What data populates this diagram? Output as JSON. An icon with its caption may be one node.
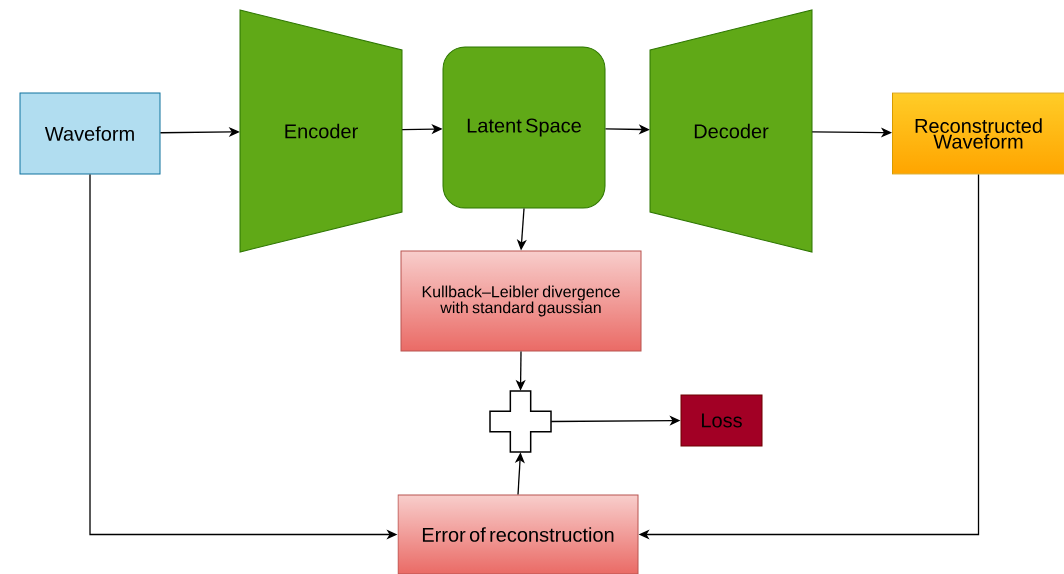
{
  "diagram": {
    "nodes": [
      {
        "text": [
          "Waveform"
        ]
      },
      {
        "text": [
          "Encoder"
        ]
      },
      {
        "text": [
          "Latent Space"
        ]
      },
      {
        "text": [
          "Decoder"
        ]
      },
      {
        "text": [
          "Reconstructed Waveform"
        ]
      },
      {
        "text": [
          "Kullback–Leibler divergence with standard gaussian"
        ]
      },
      {
        "text": [],
        "shape": "cross"
      },
      {
        "text": [
          "Loss"
        ]
      },
      {
        "text": [
          "Error of reconstruction"
        ]
      }
    ],
    "edges": [
      {
        "from": 0,
        "to": 1,
        "arrow": "to"
      },
      {
        "from": 1,
        "to": 2,
        "arrow": "to"
      },
      {
        "from": 2,
        "to": 3,
        "arrow": "to"
      },
      {
        "from": 3,
        "to": 4,
        "arrow": "to"
      },
      {
        "from": 2,
        "to": 5,
        "arrow": "to"
      },
      {
        "from": 5,
        "to": 6,
        "arrow": "to"
      },
      {
        "from": 8,
        "to": 6,
        "arrow": "to"
      },
      {
        "from": 6,
        "to": 7,
        "arrow": "to"
      },
      {
        "from": 0,
        "to": 8,
        "arrow": "to"
      },
      {
        "from": 4,
        "to": 8,
        "arrow": "to"
      }
    ]
  }
}
